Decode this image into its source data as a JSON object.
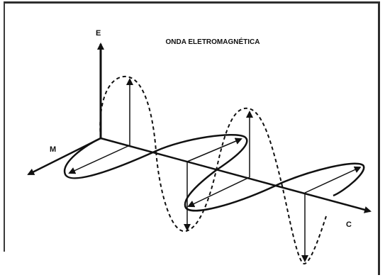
{
  "diagram": {
    "title": "ONDA ELETROMAGNÉTICA",
    "labels": {
      "e_axis": "E",
      "m_axis": "M",
      "c_axis": "C"
    },
    "colors": {
      "line": "#111111",
      "background": "#ffffff",
      "frame": "#2e2e2e"
    }
  }
}
